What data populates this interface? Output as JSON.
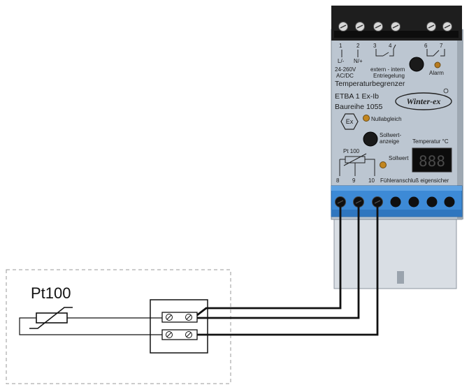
{
  "device": {
    "top_terminal_numbers": [
      "1",
      "2",
      "3",
      "4",
      "6",
      "7"
    ],
    "supply_labels": [
      "L/-",
      "N/+"
    ],
    "voltage_line1": "24-260V",
    "voltage_line2": "AC/DC",
    "unlock_line1": "extern - intern",
    "unlock_line2": "Entriegelung",
    "alarm_label": "Alarm",
    "product_title": "Temperaturbegrenzer",
    "model_line": "ETBA 1   Ex-Ib",
    "series_line": "Baureihe 1055",
    "brand": "Winter-ex",
    "zero_label": "Nullabgleich",
    "ex_mark": "Ex",
    "setpoint_display_line1": "Sollwert-",
    "setpoint_display_line2": "anzeige",
    "temperature_label": "Temperatur °C",
    "setpoint_label": "Sollwert",
    "sensor_label": "Pt 100",
    "bottom_terminal_numbers": [
      "8",
      "9",
      "10"
    ],
    "intrinsic_label": "Fühleranschluß eigensicher",
    "display_value": "888",
    "colors": {
      "housing": "#bcc6d1",
      "terminal_block": "#1e1e1e",
      "connector": "#3d8ad6",
      "display": "#0c0c0c"
    }
  },
  "field": {
    "sensor_title": "Pt100"
  }
}
